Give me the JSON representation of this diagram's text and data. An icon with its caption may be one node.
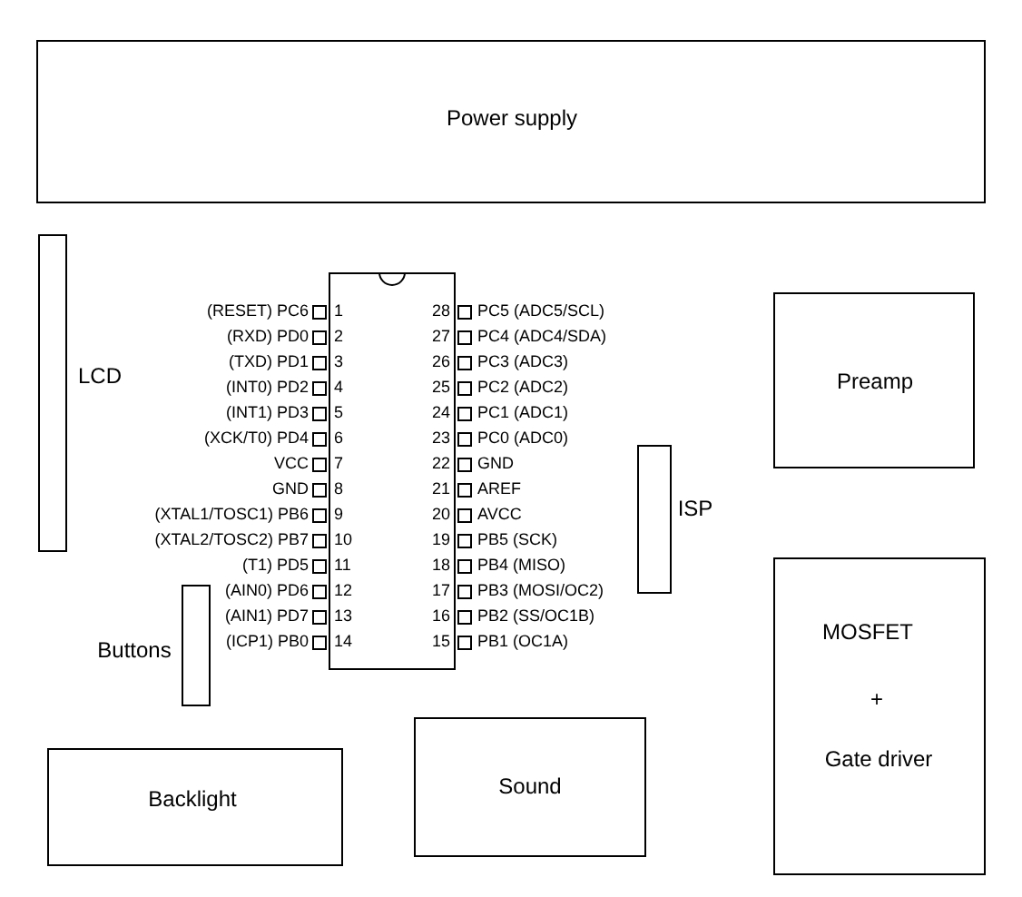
{
  "diagram": {
    "nodes": [
      {
        "text": [
          "Power supply"
        ]
      },
      {
        "text": [
          "LCD"
        ]
      },
      {
        "text": [
          "Preamp"
        ]
      },
      {
        "text": [],
        "shape": "box"
      },
      {
        "text": [
          "ISP"
        ]
      },
      {
        "text": [
          "Buttons"
        ]
      },
      {
        "text": [
          "MOSFET",
          "+",
          "Gate driver"
        ]
      },
      {
        "text": [
          "Backlight"
        ]
      },
      {
        "text": [
          "Sound"
        ]
      }
    ],
    "edges": [],
    "labels": [
      "(RESET) PC6",
      "1",
      "28",
      "PC5 (ADC5/SCL)",
      "(RXD) PD0",
      "2",
      "27",
      "PC4 (ADC4/SDA)",
      "(TXD) PD1",
      "3",
      "26",
      "PC3 (ADC3)",
      "(INT0) PD2",
      "4",
      "25",
      "PC2 (ADC2)",
      "(INT1) PD3",
      "5",
      "24",
      "PC1 (ADC1)",
      "(XCK/T0) PD4",
      "6",
      "23",
      "PC0 (ADC0)",
      "VCC",
      "7",
      "22",
      "GND",
      "GND",
      "8",
      "21",
      "AREF",
      "(XTAL1/TOSC1) PB6",
      "9",
      "20",
      "AVCC",
      "(XTAL2/TOSC2) PB7",
      "10",
      "19",
      "PB5 (SCK)",
      "(T1) PD5",
      "11",
      "18",
      "PB4 (MISO)",
      "(AIN0) PD6",
      "12",
      "17",
      "PB3 (MOSI/OC2)",
      "(AIN1) PD7",
      "13",
      "16",
      "PB2 (SS/OC1B)",
      "(ICP1) PB0",
      "14",
      "15",
      "PB1 (OC1A)"
    ]
  }
}
